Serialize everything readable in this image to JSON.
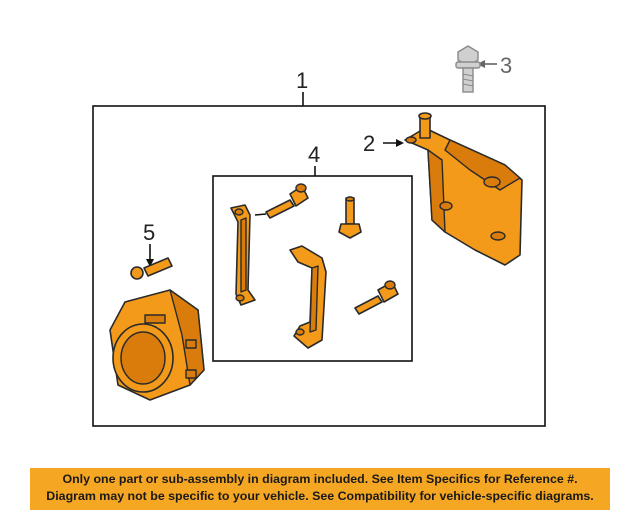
{
  "callouts": {
    "c1": "1",
    "c2": "2",
    "c3": "3",
    "c4": "4",
    "c5": "5"
  },
  "parts": [
    {
      "name": "fog-lamp-assembly",
      "callout": "1"
    },
    {
      "name": "mounting-bracket",
      "callout": "2"
    },
    {
      "name": "bracket-bolt",
      "callout": "3"
    },
    {
      "name": "bulb-and-bracket-kit",
      "callout": "4"
    },
    {
      "name": "lamp-screw",
      "callout": "5"
    }
  ],
  "disclaimer": {
    "line1": "Only one part or sub-assembly in diagram included. See Item Specifics for Reference #.",
    "line2": "Diagram may not be specific to your vehicle. See Compatibility for vehicle-specific diagrams."
  },
  "colors": {
    "part_fill": "#f39a1a",
    "banner": "#f5a623",
    "inactive_part": "#d0d0d0"
  }
}
